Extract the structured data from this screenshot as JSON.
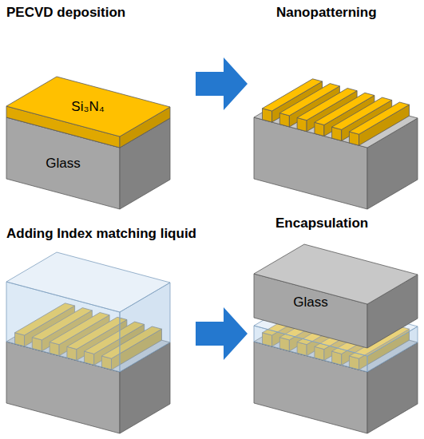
{
  "diagram": {
    "labels": [
      "PECVD deposition",
      "Si₃N₄",
      "Glass",
      "Nanopatterning",
      "Adding Index matching liquid",
      "Encapsulation",
      "Glass"
    ]
  }
}
